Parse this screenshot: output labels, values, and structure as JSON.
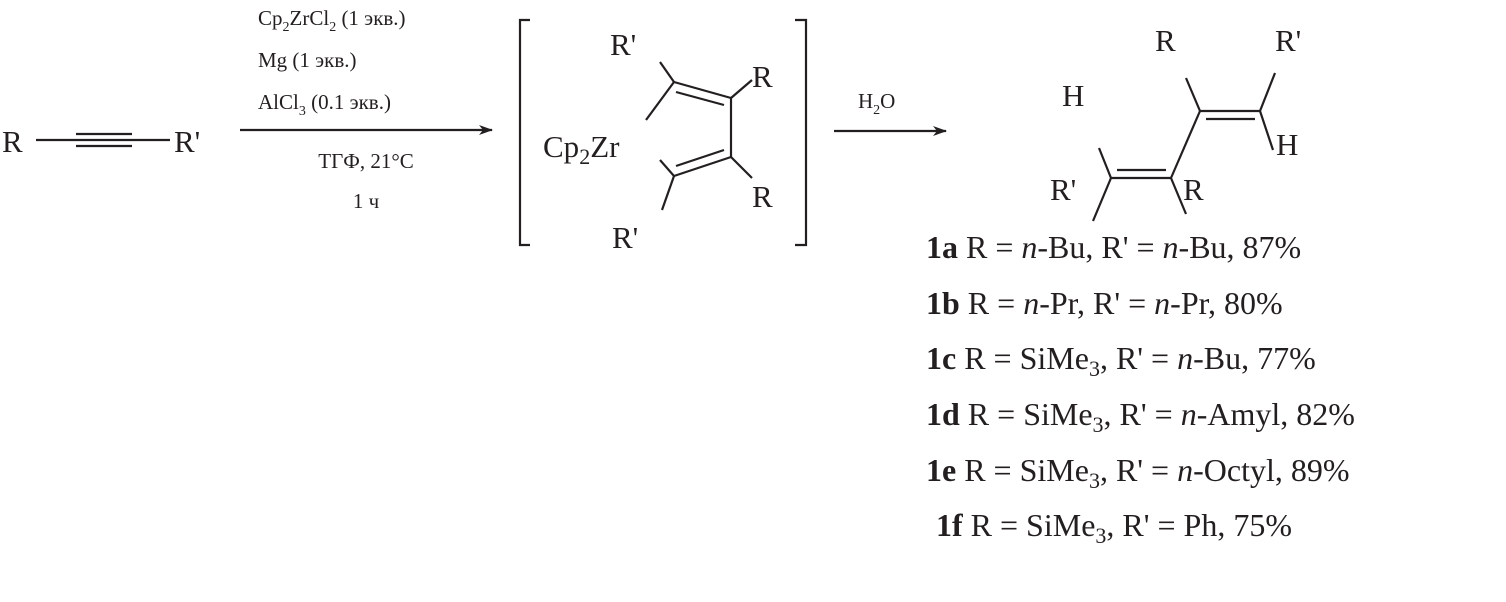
{
  "reactant": {
    "r": "R",
    "r_prime": "R'"
  },
  "conditions": {
    "line1": {
      "a": "Cp",
      "a_sub": "2",
      "b": "ZrCl",
      "b_sub": "2",
      "c": " (1 экв.)"
    },
    "line2": "Mg (1 экв.)",
    "line3": {
      "a": "AlCl",
      "a_sub": "3",
      "c": " (0.1 экв.)"
    },
    "line4": "ТГФ, 21°C",
    "line5": "1 ч"
  },
  "intermediate": {
    "cp": "Cp",
    "cp_sub": "2",
    "zr": "Zr",
    "r": "R",
    "r_prime": "R'"
  },
  "step2": {
    "h": "H",
    "sub": "2",
    "o": "O"
  },
  "product": {
    "h": "H",
    "r": "R",
    "r_prime": "R'"
  },
  "results": [
    {
      "id": "1a",
      "r": "R = ",
      "r_val": [
        {
          "t": "n",
          "i": true
        },
        {
          "t": "-Bu, R' = "
        },
        {
          "t": "n",
          "i": true
        },
        {
          "t": "-Bu, 87%"
        }
      ]
    },
    {
      "id": "1b"
    },
    {
      "id": "1c"
    },
    {
      "id": "1d"
    },
    {
      "id": "1e"
    },
    {
      "id": "1f"
    }
  ],
  "rows": [
    {
      "id": "1a",
      "p1": "R = ",
      "it1": "n",
      "p2": "-Bu, R' = ",
      "it2": "n",
      "p3": "-Bu, 87%"
    },
    {
      "id": "1b",
      "p1": "R = ",
      "it1": "n",
      "p2": "-Pr, R' = ",
      "it2": "n",
      "p3": "-Pr, 80%"
    },
    {
      "id": "1c",
      "p1": "R = SiMe",
      "sub": "3",
      "p2": ", R' = ",
      "it2": "n",
      "p3": "-Bu, 77%"
    },
    {
      "id": "1d",
      "p1": "R = SiMe",
      "sub": "3",
      "p2": ", R' = ",
      "it2": "n",
      "p3": "-Amyl, 82%"
    },
    {
      "id": "1e",
      "p1": "R = SiMe",
      "sub": "3",
      "p2": ", R' = ",
      "it2": "n",
      "p3": "-Octyl, 89%"
    },
    {
      "id": "1f",
      "p1": "R = SiMe",
      "sub": "3",
      "p2": ", R' = Ph, 75%"
    }
  ]
}
